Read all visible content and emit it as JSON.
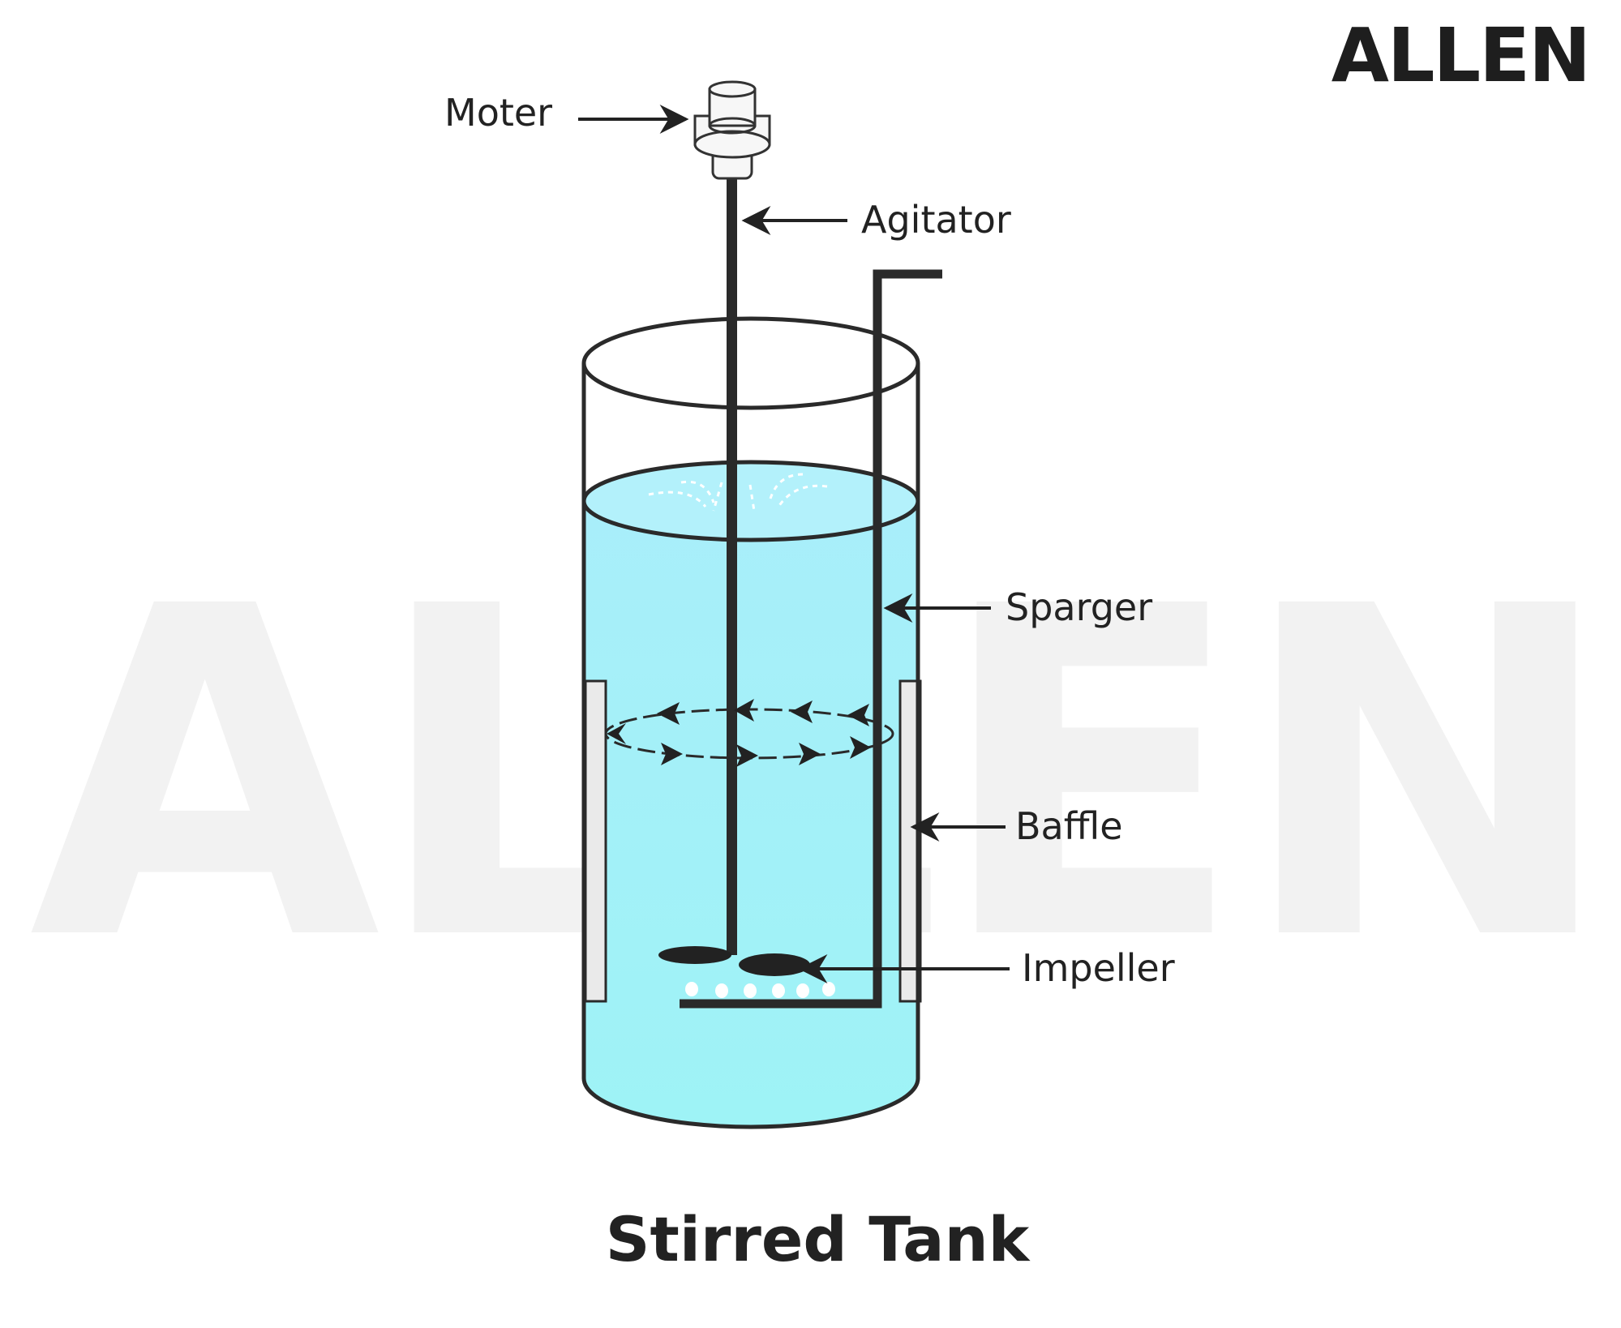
{
  "brand": {
    "logo_text": "ALLEN",
    "watermark_text": "ALLEN"
  },
  "diagram": {
    "title": "Stirred Tank",
    "labels": {
      "motor": "Moter",
      "agitator": "Agitator",
      "sparger": "Sparger",
      "baffle": "Baffle",
      "impeller": "Impeller"
    }
  },
  "colors": {
    "liquid": "#a4f0fa",
    "liquid_dark": "#8fe6f2",
    "outline": "#2a2a2a",
    "baffle": "#ececec",
    "watermark": "#f2f2f2"
  }
}
